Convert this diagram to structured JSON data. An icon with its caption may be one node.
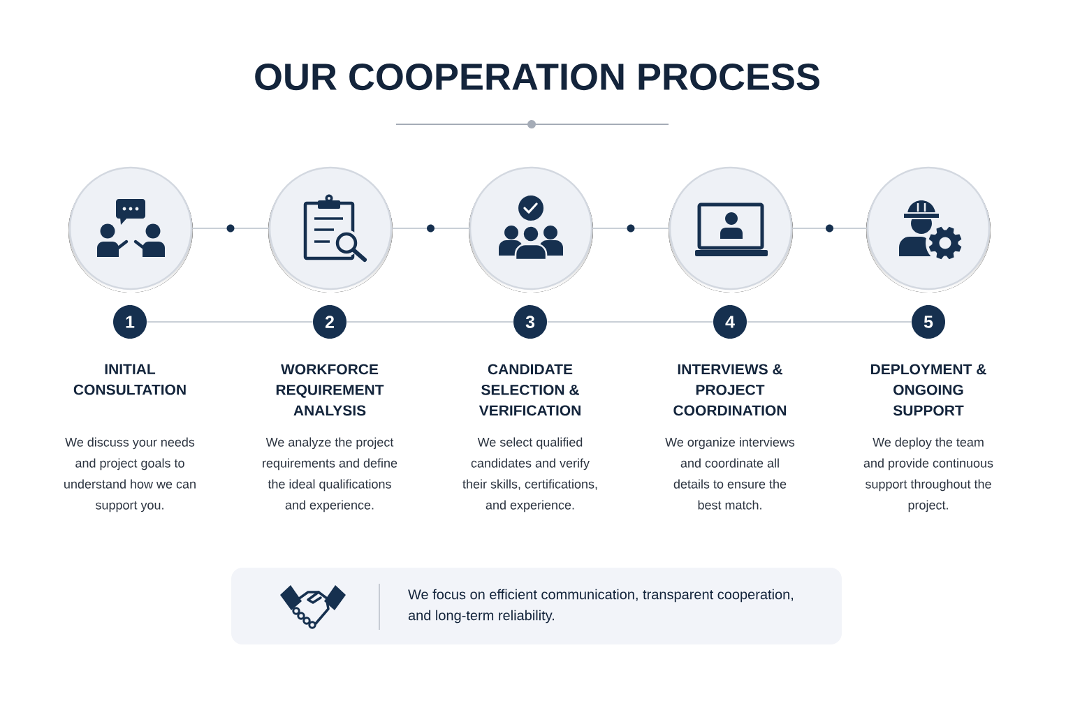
{
  "diagram": {
    "title": "OUR COOPERATION PROCESS",
    "nodes": [
      {
        "text": [],
        "shape": "circle"
      },
      {
        "text": [],
        "shape": "circle"
      },
      {
        "text": [],
        "shape": "circle"
      },
      {
        "text": [],
        "shape": "circle"
      },
      {
        "text": [],
        "shape": "circle"
      },
      {
        "text": [
          "1"
        ],
        "beside": [
          "INITIAL CONSULTATION",
          "We discuss your needs and project goals to understand how we can support you."
        ]
      },
      {
        "text": [
          "2"
        ],
        "beside": [
          "WORKFORCE REQUIREMENT ANALYSIS",
          "We analyze the project requirements and define the ideal qualifications and experience."
        ]
      },
      {
        "text": [
          "3"
        ],
        "beside": [
          "CANDIDATE SELECTION & VERIFICATION",
          "We select qualified candidates and verify their skills, certifications, and experience."
        ]
      },
      {
        "text": [
          "4"
        ],
        "beside": [
          "INTERVIEWS & PROJECT COORDINATION",
          "We organize interviews and coordinate all details to ensure the best match."
        ]
      },
      {
        "text": [
          "5"
        ],
        "beside": [
          "DEPLOYMENT & ONGOING SUPPORT",
          "We deploy the team and provide continuous support throughout the project."
        ]
      },
      {
        "text": [
          "We focus on efficient communication, transparent cooperation, and long-term reliability."
        ]
      }
    ],
    "edges": [
      {
        "from": 0,
        "to": 1,
        "arrow": "none"
      },
      {
        "from": 1,
        "to": 2,
        "arrow": "none"
      },
      {
        "from": 2,
        "to": 3,
        "arrow": "none"
      },
      {
        "from": 3,
        "to": 4,
        "arrow": "none"
      },
      {
        "from": 5,
        "to": 6,
        "arrow": "none"
      },
      {
        "from": 6,
        "to": 7,
        "arrow": "none"
      },
      {
        "from": 7,
        "to": 8,
        "arrow": "none"
      },
      {
        "from": 8,
        "to": 9,
        "arrow": "none"
      }
    ]
  }
}
